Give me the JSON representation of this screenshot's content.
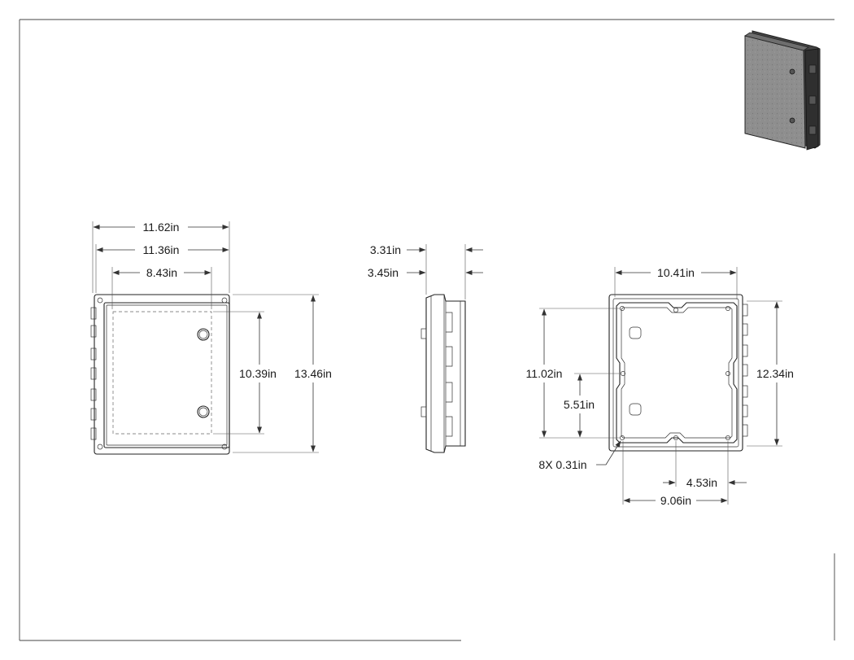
{
  "front_view": {
    "width_overall": "11.62in",
    "width_body": "11.36in",
    "width_window": "8.43in",
    "height_window": "10.39in",
    "height_overall": "13.46in"
  },
  "side_view": {
    "depth_body": "3.31in",
    "depth_overall": "3.45in"
  },
  "back_view": {
    "hole_spacing_width": "10.41in",
    "hole_spacing_height": "11.02in",
    "mid_hole_height": "5.51in",
    "body_height": "12.34in",
    "hole_callout": "8X 0.31in",
    "mid_hole_offset": "4.53in",
    "hole_spacing_bottom": "9.06in"
  },
  "colors": {
    "line": "#222222",
    "thumbnail_fill": "#8a8a8a",
    "thumbnail_dark": "#3a3a3a"
  }
}
